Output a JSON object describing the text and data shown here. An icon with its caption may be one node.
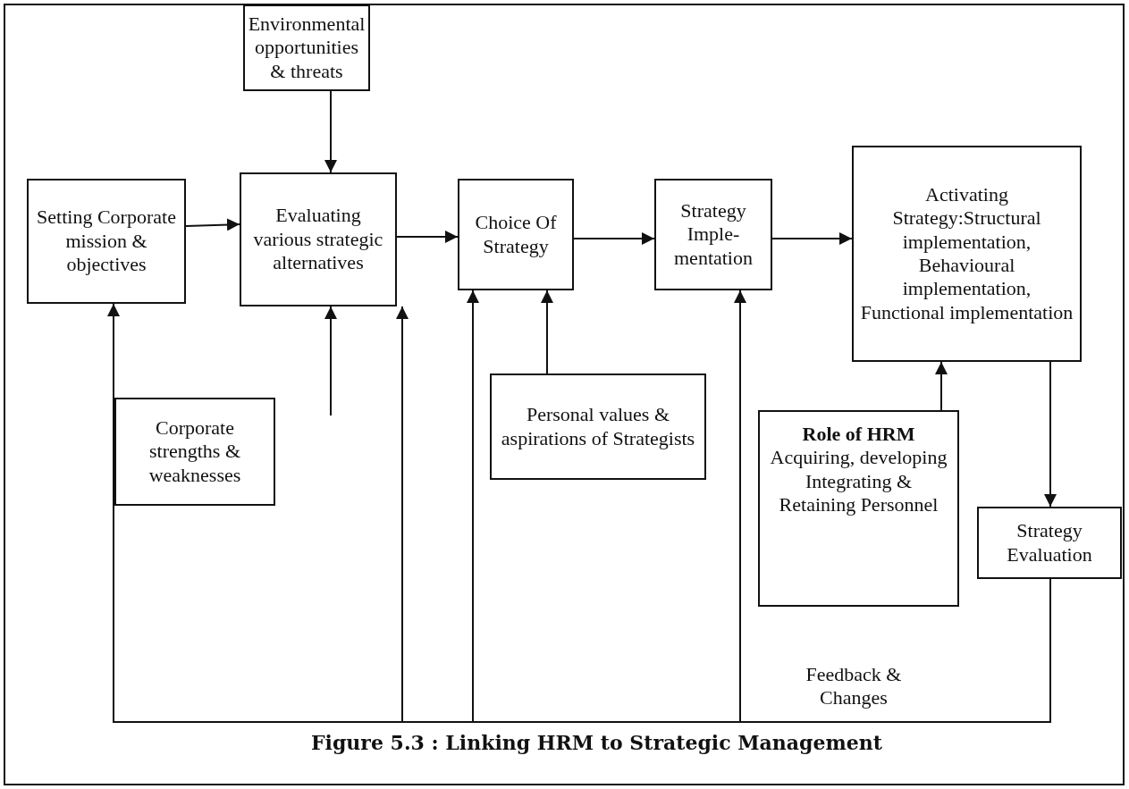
{
  "diagram": {
    "caption": "Figure 5.3 : Linking HRM to Strategic Management",
    "nodes": [
      {
        "text": [
          "Environmental opportunities & threats"
        ]
      },
      {
        "text": [
          "Setting Corporate mission & objectives"
        ]
      },
      {
        "text": [
          "Evaluating various strategic alternatives"
        ]
      },
      {
        "text": [
          "Choice Of Strategy"
        ]
      },
      {
        "text": [
          "Strategy Imple- mentation"
        ]
      },
      {
        "text": [
          "Activating Strategy:Structural implementation, Behavioural implementation, Functional implementation"
        ]
      },
      {
        "text": [
          "Corporate strengths & weaknesses"
        ]
      },
      {
        "text": [
          "Personal values & aspirations of Strategists"
        ]
      },
      {
        "text": [
          "Role of HRM",
          "Acquiring, developing Integrating & Retaining Personnel"
        ]
      },
      {
        "text": [
          "Strategy Evaluation"
        ]
      }
    ],
    "edges": [
      {
        "from": 0,
        "to": 2,
        "arrow": "to"
      },
      {
        "from": 1,
        "to": 2,
        "arrow": "to"
      },
      {
        "from": 2,
        "to": 3,
        "arrow": "to"
      },
      {
        "from": 3,
        "to": 4,
        "arrow": "to"
      },
      {
        "from": 4,
        "to": 5,
        "arrow": "to"
      },
      {
        "from": null,
        "to": 2,
        "arrow": "to"
      },
      {
        "from": 7,
        "to": 3,
        "arrow": "to"
      },
      {
        "from": 8,
        "to": 5,
        "arrow": "to"
      },
      {
        "from": 5,
        "to": 9,
        "arrow": "to"
      },
      {
        "from": 9,
        "to": 1,
        "arrow": "to"
      },
      {
        "from": 9,
        "to": 2,
        "arrow": "to"
      },
      {
        "from": 9,
        "to": 3,
        "arrow": "to"
      },
      {
        "from": 9,
        "to": 4,
        "arrow": "to"
      }
    ],
    "labels": [
      "Feedback & Changes"
    ]
  }
}
